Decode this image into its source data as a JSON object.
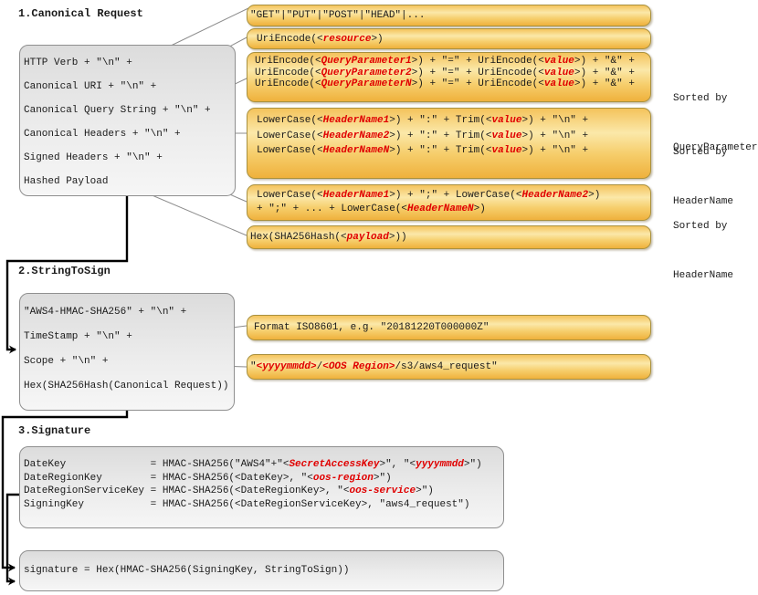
{
  "colors": {
    "gold_accent": "#EFB13C",
    "gold_light": "#FBE8A9",
    "gray_box": "#DCDCDC",
    "placeholder_red": "#E00000",
    "connector_black": "#000000",
    "connector_gray": "#8C8C8C"
  },
  "sections": {
    "s1": {
      "title": "1.Canonical Request",
      "box": [
        "HTTP Verb + \"\\n\" +",
        "Canonical URI + \"\\n\" +",
        "Canonical Query String + \"\\n\" +",
        "Canonical Headers + \"\\n\" +",
        "Signed Headers + \"\\n\" +",
        "Hashed Payload"
      ]
    },
    "s2": {
      "title": "2.StringToSign",
      "box": [
        "\"AWS4-HMAC-SHA256\" + \"\\n\" +",
        "TimeStamp + \"\\n\" +",
        "Scope + \"\\n\" +",
        "Hex(SHA256Hash(Canonical Request))"
      ]
    },
    "s3": {
      "title": "3.Signature",
      "box": [
        [
          {
            "t": "DateKey              = HMAC-SHA256(\"AWS4\"+\"<"
          },
          {
            "t": "SecretAccessKey",
            "r": true
          },
          {
            "t": ">\", \"<"
          },
          {
            "t": "yyyymmdd",
            "r": true
          },
          {
            "t": ">\")"
          }
        ],
        [
          {
            "t": "DateRegionKey        = HMAC-SHA256(<DateKey>, \"<"
          },
          {
            "t": "oos-region",
            "r": true
          },
          {
            "t": ">\")"
          }
        ],
        [
          {
            "t": "DateRegionServiceKey = HMAC-SHA256(<DateRegionKey>, \"<"
          },
          {
            "t": "oos-service",
            "r": true
          },
          {
            "t": ">\")"
          }
        ],
        [
          {
            "t": "SigningKey           = HMAC-SHA256(<DateRegionServiceKey>, \"aws4_request\")"
          }
        ]
      ],
      "result": [
        "signature = Hex(HMAC-SHA256(SigningKey, StringToSign))"
      ]
    }
  },
  "callouts": {
    "http_verb": [
      "\"GET\"|\"PUT\"|\"POST\"|\"HEAD\"|..."
    ],
    "canonical_uri": [
      [
        {
          "t": "UriEncode(<"
        },
        {
          "t": "resource",
          "r": true
        },
        {
          "t": ">)"
        }
      ]
    ],
    "canonical_query_string": [
      [
        {
          "t": "UriEncode(<"
        },
        {
          "t": "QueryParameter1",
          "r": true
        },
        {
          "t": ">) + \"=\" + UriEncode(<"
        },
        {
          "t": "value",
          "r": true
        },
        {
          "t": ">) + \"&\" +"
        }
      ],
      [
        {
          "t": "UriEncode(<"
        },
        {
          "t": "QueryParameter2",
          "r": true
        },
        {
          "t": ">) + \"=\" + UriEncode(<"
        },
        {
          "t": "value",
          "r": true
        },
        {
          "t": ">) + \"&\" +"
        }
      ],
      [
        "..."
      ],
      [
        {
          "t": "UriEncode(<"
        },
        {
          "t": "QueryParameterN",
          "r": true
        },
        {
          "t": ">) + \"=\" + UriEncode(<"
        },
        {
          "t": "value",
          "r": true
        },
        {
          "t": ">) + \"&\" +"
        }
      ]
    ],
    "canonical_headers": [
      [
        {
          "t": "LowerCase(<"
        },
        {
          "t": "HeaderName1",
          "r": true
        },
        {
          "t": ">) + \":\" + Trim(<"
        },
        {
          "t": "value",
          "r": true
        },
        {
          "t": ">) + \"\\n\" +"
        }
      ],
      [
        {
          "t": "LowerCase(<"
        },
        {
          "t": "HeaderName2",
          "r": true
        },
        {
          "t": ">) + \":\" + Trim(<"
        },
        {
          "t": "value",
          "r": true
        },
        {
          "t": ">) + \"\\n\" +"
        }
      ],
      [
        "..."
      ],
      [
        {
          "t": "LowerCase(<"
        },
        {
          "t": "HeaderNameN",
          "r": true
        },
        {
          "t": ">) + \":\" + Trim(<"
        },
        {
          "t": "value",
          "r": true
        },
        {
          "t": ">) + \"\\n\" +"
        }
      ]
    ],
    "signed_headers": [
      [
        {
          "t": "LowerCase(<"
        },
        {
          "t": "HeaderName1",
          "r": true
        },
        {
          "t": ">) + \";\" + LowerCase(<"
        },
        {
          "t": "HeaderName2",
          "r": true
        },
        {
          "t": ">)"
        }
      ],
      [
        {
          "t": "+ \";\" + ... + LowerCase(<"
        },
        {
          "t": "HeaderNameN",
          "r": true
        },
        {
          "t": ">)"
        }
      ]
    ],
    "hashed_payload": [
      [
        {
          "t": "Hex(SHA256Hash(<"
        },
        {
          "t": "payload",
          "r": true
        },
        {
          "t": ">))"
        }
      ]
    ],
    "timestamp_format": [
      "Format ISO8601, e.g. \"20181220T000000Z\""
    ],
    "scope_format": [
      [
        {
          "t": "\""
        },
        {
          "t": "<yyyymmdd>",
          "r": true
        },
        {
          "t": "/"
        },
        {
          "t": "<OOS Region>",
          "r": true
        },
        {
          "t": "/s3/aws4_request\""
        }
      ]
    ]
  },
  "side_notes": [
    {
      "line1": "Sorted by",
      "line2": "QueryParameter"
    },
    {
      "line1": "Sorted by",
      "line2": "HeaderName"
    },
    {
      "line1": "Sorted by",
      "line2": "HeaderName"
    }
  ]
}
